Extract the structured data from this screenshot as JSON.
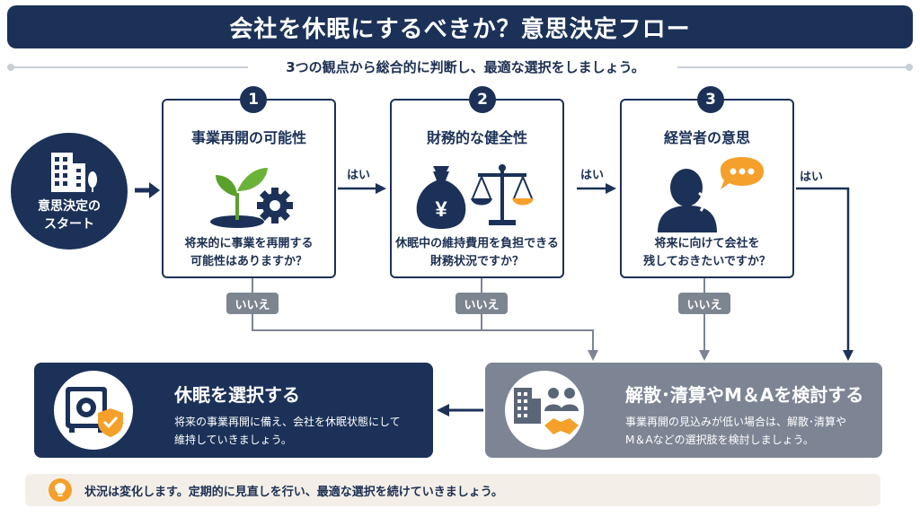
{
  "title": "会社を休眠にするべきか？意思決定フロー",
  "subtitle": "3つの観点から総合的に判断し、最適な選択をしましょう。",
  "start": {
    "label": "意思決定の\nスタート",
    "icon": "building-icon"
  },
  "steps": [
    {
      "number": "1",
      "title": "事業再開の可能性",
      "question": "将来的に事業を再開する\n可能性はありますか？",
      "icon": "sprout-gear-icon"
    },
    {
      "number": "2",
      "title": "財務的な健全性",
      "question": "休眠中の維持費用を負担できる\n財務状況ですか？",
      "icon": "money-bag-scale-icon"
    },
    {
      "number": "3",
      "title": "経営者の意思",
      "question": "将来に向けて会社を\n残しておきたいですか？",
      "icon": "thinking-person-icon"
    }
  ],
  "yes_label": "はい",
  "no_label": "いいえ",
  "results": {
    "dormant": {
      "title": "休眠を選択する",
      "desc": "将来の事業再開に備え、会社を休眠状態にして\n維持していきましょう。",
      "icon": "safe-shield-icon"
    },
    "dissolve": {
      "title": "解散･清算やM＆Aを検討する",
      "desc": "事業再開の見込みが低い場合は、解散･清算や\nM＆Aなどの選択肢を検討しましょう。",
      "icon": "building-handshake-icon"
    }
  },
  "footer": {
    "text": "状況は変化します。定期的に見直しを行い、最適な選択を続けていきましょう。",
    "icon": "lightbulb-icon"
  },
  "colors": {
    "navy": "#1b3158",
    "gray": "#7d8594",
    "accent": "#f4a02a",
    "green": "#5aa02c"
  }
}
